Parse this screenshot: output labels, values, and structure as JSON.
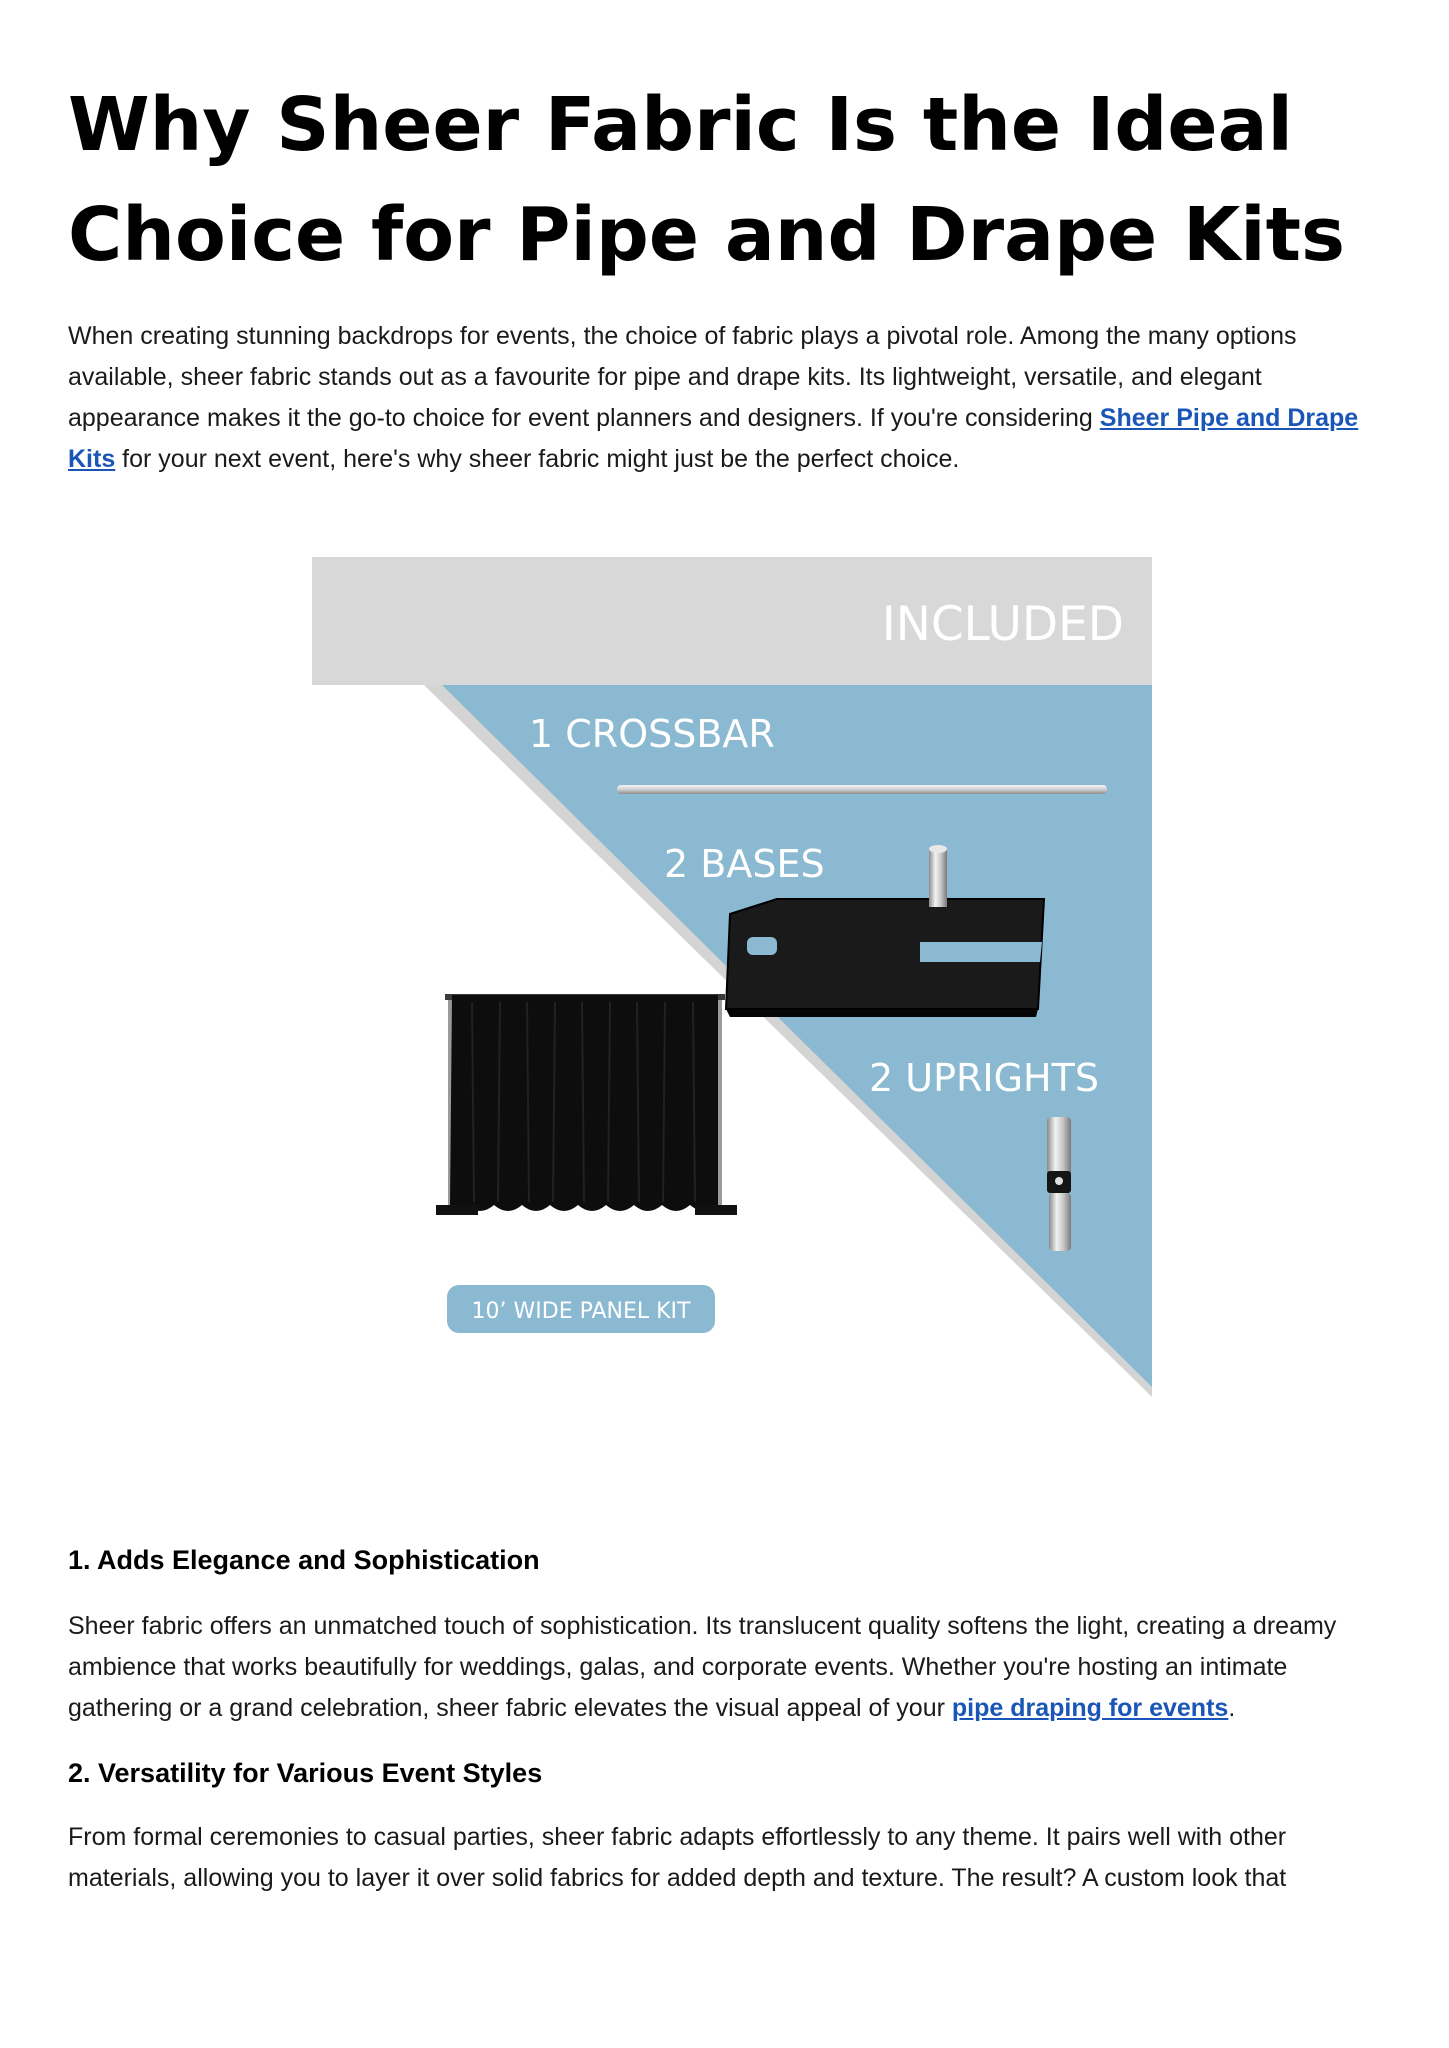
{
  "article": {
    "title_line1": "Why Sheer Fabric Is the Ideal",
    "title_line2": "Choice for Pipe and Drape Kits",
    "intro_part1": "When creating stunning backdrops for events, the choice of fabric plays a pivotal role. Among the many options available, sheer fabric stands out as a favourite for pipe and drape kits. Its lightweight, versatile, and elegant appearance makes it the go-to choice for event planners and designers. If you're considering ",
    "intro_link": "Sheer Pipe and Drape Kits",
    "intro_part2": " for your next event, here's why sheer fabric might just be the perfect choice."
  },
  "figure": {
    "included_label": "INCLUDED",
    "crossbar_label": "1 CROSSBAR",
    "bases_label": "2 BASES",
    "uprights_label": "2 UPRIGHTS",
    "panel_kit_label": "10’ WIDE PANEL KIT",
    "colors": {
      "header_band": "#d8d8d8",
      "triangle_blue": "#8ab9d1",
      "drape": "#0d0d0d"
    }
  },
  "sections": [
    {
      "heading": "1. Adds Elegance and Sophistication",
      "text_part1": "Sheer fabric offers an unmatched touch of sophistication. Its translucent quality softens the light, creating a dreamy ambience that works beautifully for weddings, galas, and corporate events. Whether you're hosting an intimate gathering or a grand celebration, sheer fabric elevates the visual appeal of your ",
      "link": "pipe draping for events",
      "text_part2": "."
    },
    {
      "heading": "2. Versatility for Various Event Styles",
      "text": "From formal ceremonies to casual parties, sheer fabric adapts effortlessly to any theme. It pairs well with other materials, allowing you to layer it over solid fabrics for added depth and texture. The result? A custom look that"
    }
  ],
  "link_color": "#1a56b8"
}
